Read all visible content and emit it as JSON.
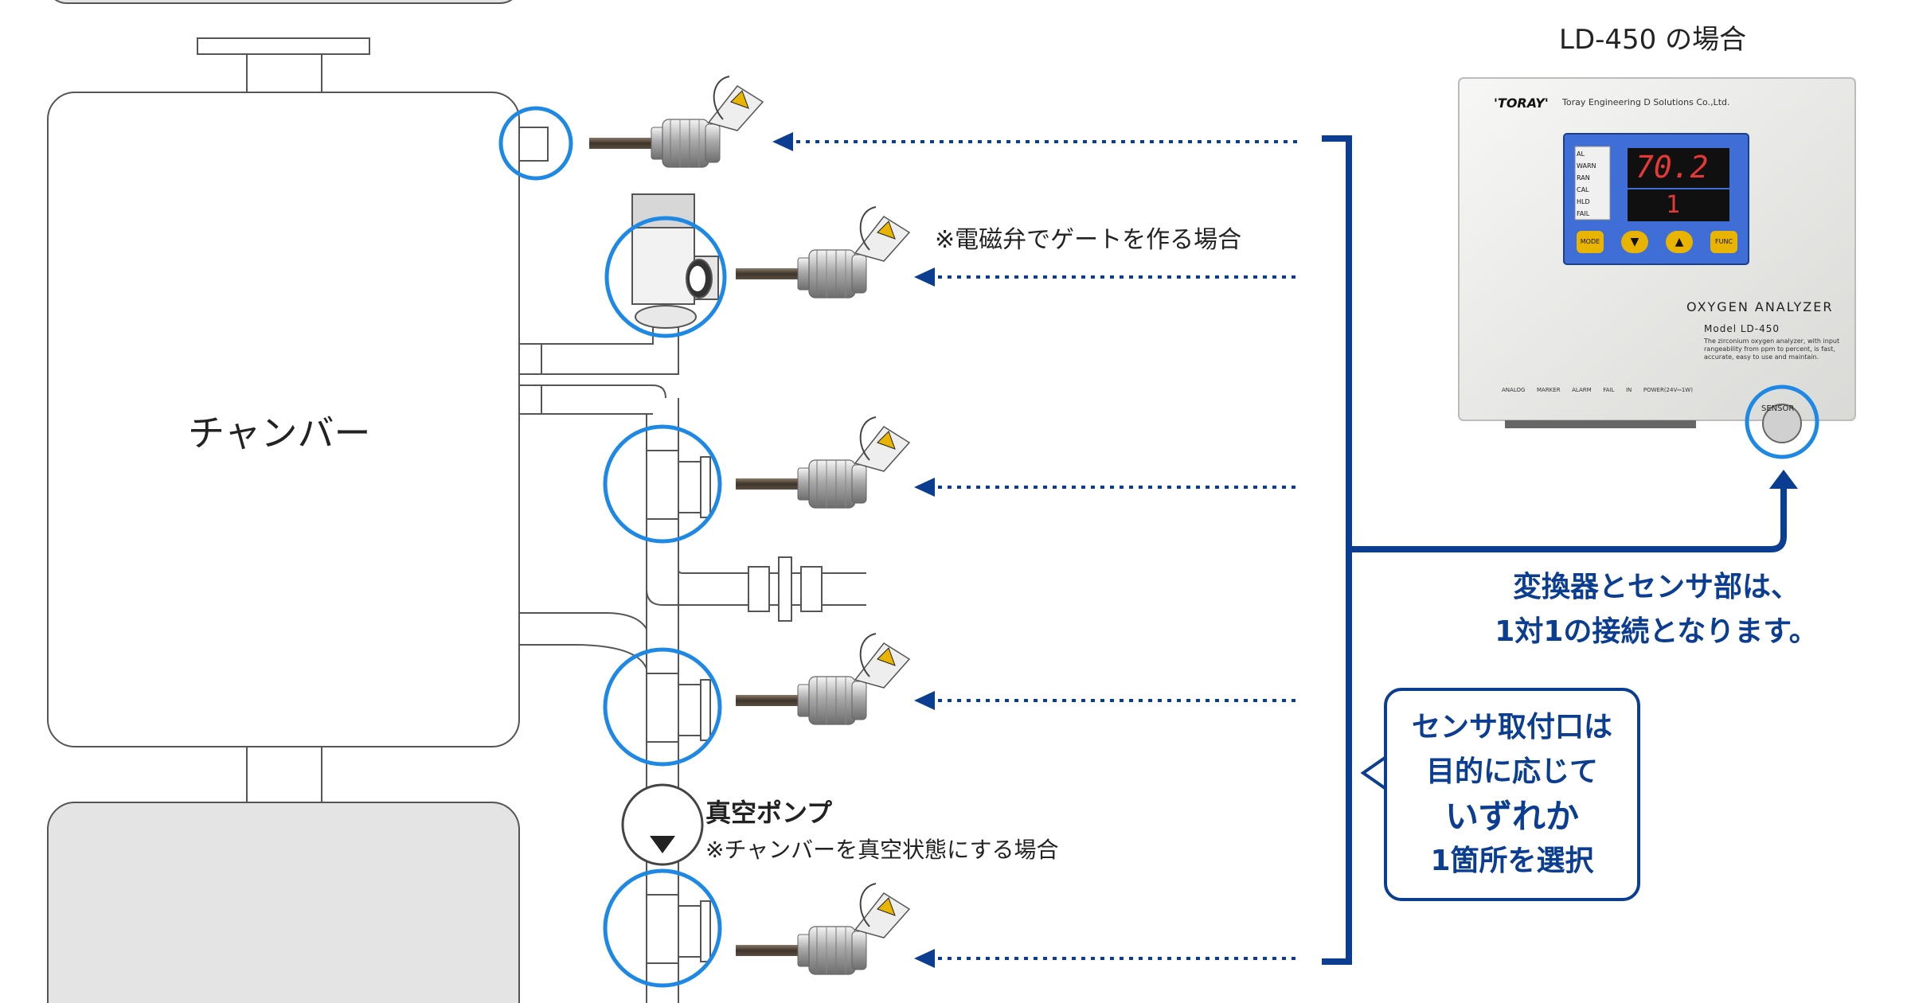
{
  "chamber_label": "チャンバー",
  "analyzer": {
    "title": "LD-450 の場合",
    "brand": "'TORAY'",
    "company": "Toray Engineering D Solutions Co.,Ltd.",
    "display_main": "70.2",
    "display_sub": "1",
    "indicators": [
      "AL",
      "WARN",
      "RAN",
      "CAL",
      "HLD",
      "FAIL"
    ],
    "buttons": [
      "MODE",
      "▼",
      "▲",
      "FUNC"
    ],
    "product_name": "OXYGEN ANALYZER",
    "model": "Model LD-450",
    "description_lines": [
      "The zirconium oxygen analyzer, with input",
      "rangeability from ppm to percent, is fast,",
      "accurate, easy to use and maintain."
    ],
    "terminal_headers": [
      "ANALOG",
      "MARKER",
      "ALARM",
      "FAIL",
      "IN",
      "POWER(24V⎓1W)"
    ],
    "sensor_label": "SENSOR"
  },
  "notes": {
    "solenoid": "※電磁弁でゲートを作る場合",
    "pump": "真空ポンプ",
    "pump_note": "※チャンバーを真空状態にする場合"
  },
  "connection_note": {
    "line1": "変換器とセンサ部は、",
    "line2": "1対1の接続となります。"
  },
  "callout": {
    "line1": "センサ取付口は",
    "line2": "目的に応じて",
    "line3": "いずれか",
    "line4": "1箇所を選択"
  },
  "colors": {
    "accent_blue": "#0b3d91",
    "circle_blue": "#1e88e5",
    "chamber_fill": "#ffffff",
    "neighbor_chamber_fill": "#e4e4e4",
    "pipe_stroke": "#555555",
    "display_panel": "#3f6fd6"
  }
}
